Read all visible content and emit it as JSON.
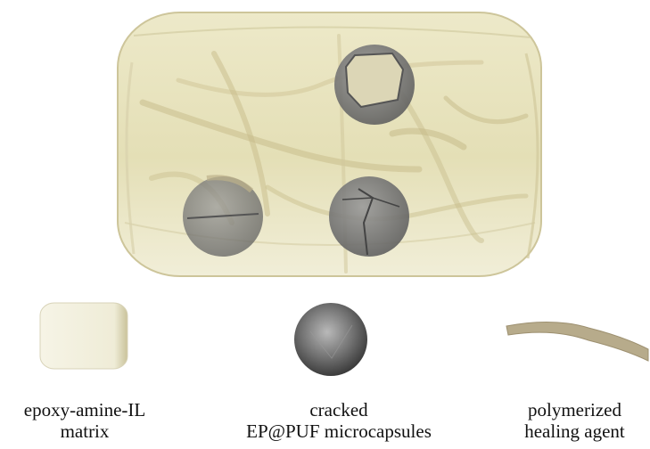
{
  "legend": {
    "matrix": {
      "line1": "epoxy-amine-IL",
      "line2": "matrix"
    },
    "capsules": {
      "line1": "cracked",
      "line2": "EP@PUF microcapsules"
    },
    "healing": {
      "line1": "polymerized",
      "line2": "healing agent"
    }
  },
  "colors": {
    "matrix_fill": "#e7e2bc",
    "matrix_edge": "#cfc79c",
    "capsule": "#7a7a7a",
    "healing_agent": "#b5a98a",
    "small_block": "#f2f0de"
  },
  "icons": {
    "matrix": "rounded-block-icon",
    "capsule": "sphere-icon",
    "healing": "ribbon-icon"
  }
}
